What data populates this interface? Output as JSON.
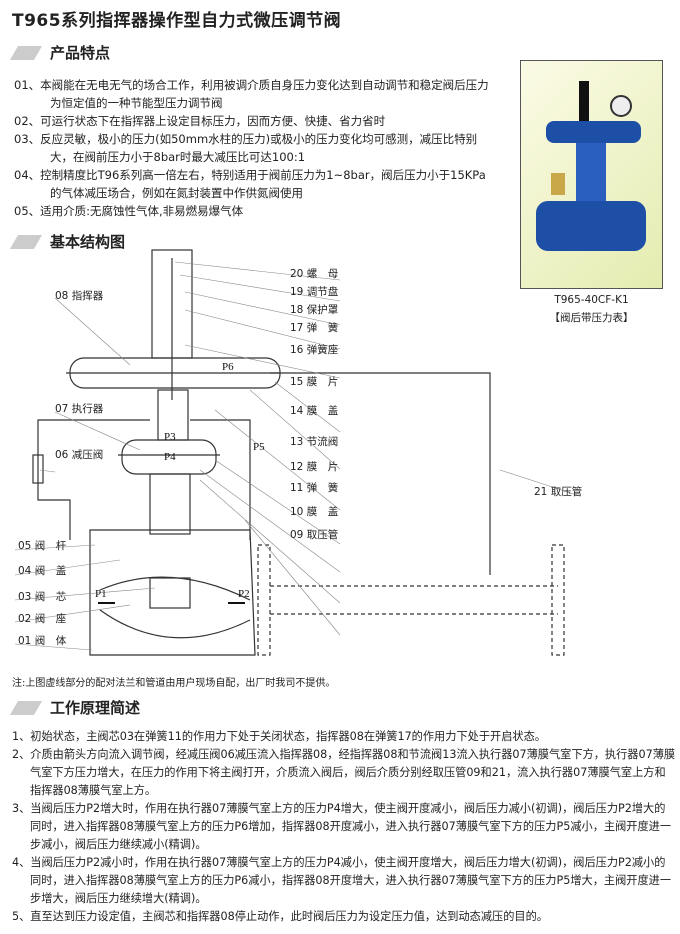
{
  "title": "T965系列指挥器操作型自力式微压调节阀",
  "sections": {
    "features": "产品特点",
    "structure": "基本结构图",
    "principle": "工作原理简述"
  },
  "features": [
    "01、本阀能在无电无气的场合工作，利用被调介质自身压力变化达到自动调节和稳定阀后压力为恒定值的一种节能型压力调节阀",
    "02、可运行状态下在指挥器上设定目标压力，因而方便、快捷、省力省时",
    "03、反应灵敏，极小的压力(如50mm水柱的压力)或极小的压力变化均可感测，减压比特别大，在阀前压力小于8bar时最大减压比可达100:1",
    "04、控制精度比T96系列高一倍左右，特别适用于阀前压力为1~8bar，阀后压力小于15KPa的气体减压场合，例如在氮封装置中作供氮阀使用",
    "05、适用介质:无腐蚀性气体,非易燃易爆气体"
  ],
  "photo": {
    "model": "T965-40CF-K1",
    "caption": "【阀后带压力表】"
  },
  "labels_right": [
    "20 螺　母",
    "19 调节盘",
    "18 保护罩",
    "17 弹　簧",
    "16 弹簧座",
    "15 膜　片",
    "14 膜　盖",
    "13 节流阀",
    "12 膜　片",
    "11 弹　簧",
    "10 膜　盖",
    "09 取压管"
  ],
  "labels_left": [
    "08 指挥器",
    "07 执行器",
    "06 减压阀",
    "05 阀　杆",
    "04 阀　盖",
    "03 阀　芯",
    "02 阀　座",
    "01 阀　体"
  ],
  "label_21": "21 取压管",
  "pressures": {
    "p1": "P1",
    "p2": "P2",
    "p3": "P3",
    "p4": "P4",
    "p5": "P5",
    "p6": "P6"
  },
  "note": "注:上图虚线部分的配对法兰和管道由用户现场自配，出厂时我司不提供。",
  "principle": [
    "1、初始状态，主阀芯03在弹簧11的作用力下处于关闭状态，指挥器08在弹簧17的作用力下处于开启状态。",
    "2、介质由箭头方向流入调节阀，经减压阀06减压流入指挥器08，经指挥器08和节流阀13流入执行器07薄膜气室下方，执行器07薄膜气室下方压力增大，在压力的作用下将主阀打开，介质流入阀后，阀后介质分别经取压管09和21，流入执行器07薄膜气室上方和指挥器08薄膜气室上方。",
    "3、当阀后压力P2增大时，作用在执行器07薄膜气室上方的压力P4增大，使主阀开度减小，阀后压力减小(初调)，阀后压力P2增大的同时，进入指挥器08薄膜气室上方的压力P6增加，指挥器08开度减小，进入执行器07薄膜气室下方的压力P5减小，主阀开度进一步减小，阀后压力继续减小(精调)。",
    "4、当阀后压力P2减小时，作用在执行器07薄膜气室上方的压力P4减小，使主阀开度增大，阀后压力增大(初调)，阀后压力P2减小的同时，进入指挥器08薄膜气室上方的压力P6减小，指挥器08开度增大，进入执行器07薄膜气室下方的压力P5增大，主阀开度进一步增大，阀后压力继续增大(精调)。",
    "5、直至达到压力设定值，主阀芯和指挥器08停止动作，此时阀后压力为设定压力值，达到动态减压的目的。"
  ]
}
